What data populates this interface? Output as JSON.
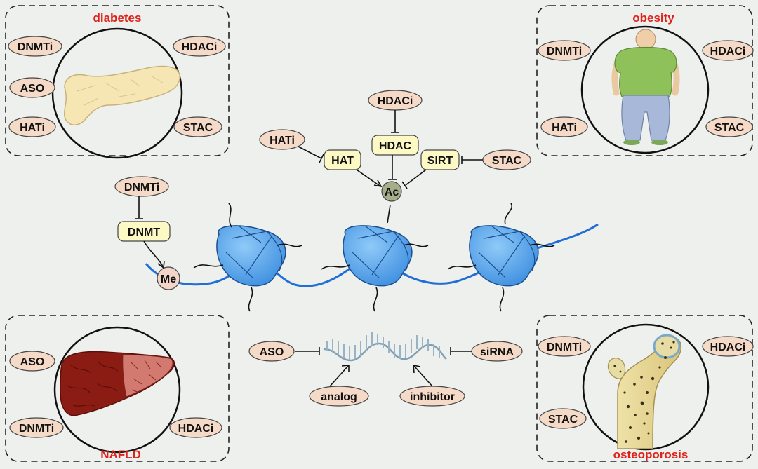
{
  "panels": {
    "diabetes": {
      "title": "diabetes",
      "organ_icon": "pancreas-icon",
      "drugs": [
        "DNMTi",
        "ASO",
        "HATi",
        "HDACi",
        "STAC"
      ]
    },
    "obesity": {
      "title": "obesity",
      "organ_icon": "obese-person-icon",
      "drugs": [
        "DNMTi",
        "HATi",
        "HDACi",
        "STAC"
      ]
    },
    "nafld": {
      "title": "NAFLD",
      "organ_icon": "liver-icon",
      "drugs": [
        "ASO",
        "DNMTi",
        "HDACi"
      ]
    },
    "osteoporosis": {
      "title": "osteoporosis",
      "organ_icon": "femur-bone-icon",
      "drugs": [
        "DNMTi",
        "STAC",
        "HDACi"
      ]
    }
  },
  "center": {
    "acetylation": {
      "hdaci": "HDACi",
      "hati": "HATi",
      "stac": "STAC",
      "hat": "HAT",
      "hdac": "HDAC",
      "sirt": "SIRT",
      "mark": "Ac"
    },
    "methylation": {
      "dnmti": "DNMTi",
      "dnmt": "DNMT",
      "mark": "Me"
    },
    "rna": {
      "aso": "ASO",
      "sirna": "siRNA",
      "analog": "analog",
      "inhibitor": "inhibitor"
    }
  },
  "colors": {
    "background": "#eef0ed",
    "title_red": "#e0211b",
    "pill_fill": "#f6dac8",
    "enzyme_fill": "#fdf9c4",
    "dna_blue": "#1f6fd6",
    "nucleosome_blue": "#5aa9ee",
    "ac_fill": "#a6ad8a",
    "me_fill": "#f2d4c8"
  }
}
